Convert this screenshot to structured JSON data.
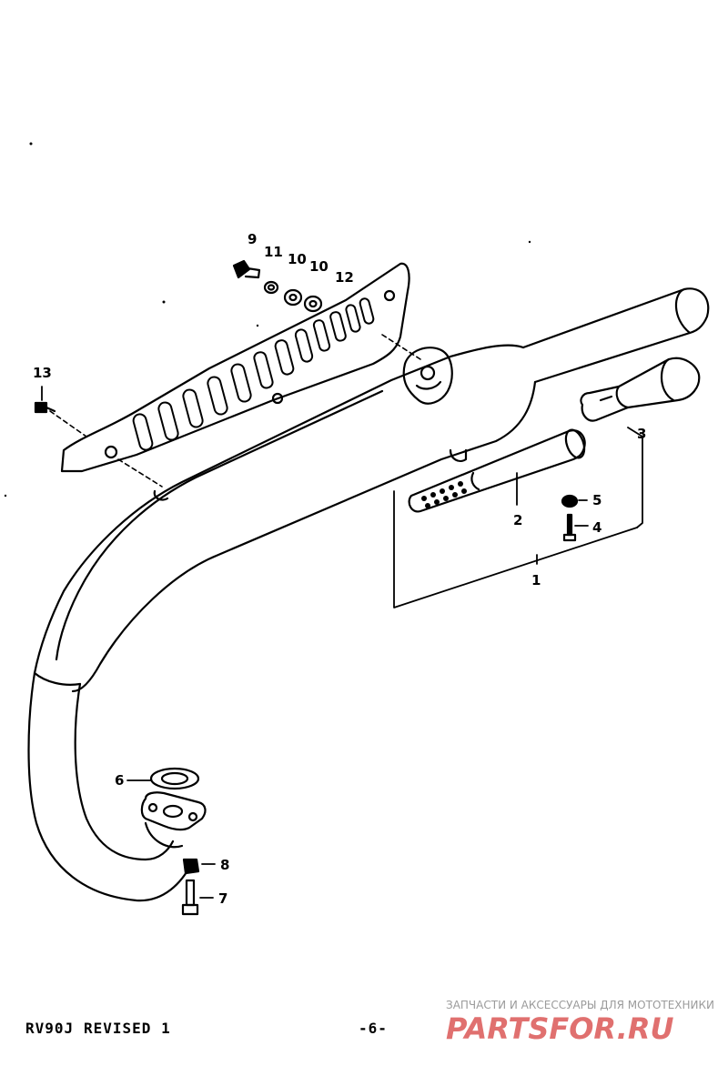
{
  "callouts": {
    "c1": "1",
    "c2": "2",
    "c3": "3",
    "c4": "4",
    "c5": "5",
    "c6": "6",
    "c7": "7",
    "c8": "8",
    "c9": "9",
    "c10a": "10",
    "c10b": "10",
    "c11": "11",
    "c12": "12",
    "c13": "13"
  },
  "footer": {
    "model": "RV90J",
    "revision": "REVISED 1",
    "page": "-6-"
  },
  "watermark": {
    "tagline": "ЗАПЧАСТИ И АКСЕССУАРЫ ДЛЯ МОТОТЕХНИКИ",
    "logo_text": "PARTSFOR.RU",
    "color": "#e0706f"
  }
}
